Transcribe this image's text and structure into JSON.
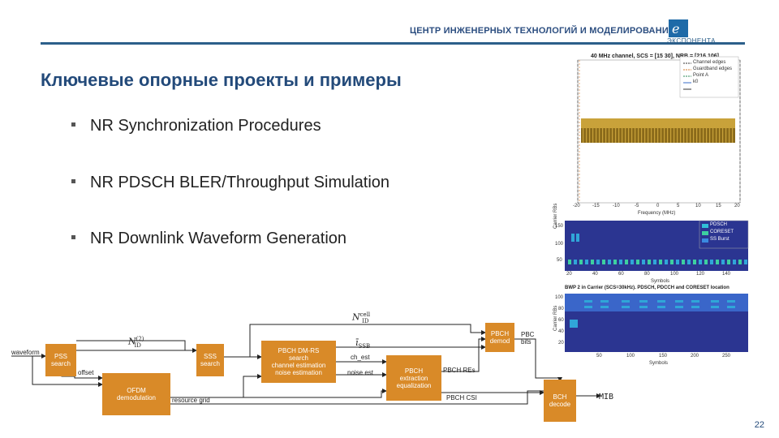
{
  "header": {
    "org_name": "ЦЕНТР ИНЖЕНЕРНЫХ ТЕХНОЛОГИЙ И МОДЕЛИРОВАНИЯ",
    "logo_text": "ЭКСПОНЕНТА"
  },
  "slide": {
    "title": "Ключевые опорные проекты и примеры",
    "bullets": [
      "NR Synchronization Procedures",
      "NR PDSCH BLER/Throughput Simulation",
      "NR Downlink Waveform Generation"
    ],
    "page_number": "22"
  },
  "diagram": {
    "blocks": {
      "pss": [
        "PSS",
        "search"
      ],
      "ofdm": [
        "OFDM",
        "demodulation"
      ],
      "sss": [
        "SSS",
        "search"
      ],
      "pbch_dmrs": [
        "PBCH DM-RS",
        "search",
        "channel estimation",
        "noise estimation"
      ],
      "pbch": [
        "PBCH",
        "extraction",
        "equalization"
      ],
      "pbch_demod": [
        "PBCH",
        "demod"
      ],
      "bch": [
        "BCH",
        "decode"
      ]
    },
    "labels": {
      "waveform": "waveform",
      "offset": "offset",
      "resource_grid": "resource grid",
      "ch_est": "ch_est",
      "noise_est": "noise est",
      "pbch_res": "PBCH REs",
      "pbch_csi": "PBCH CSI",
      "pbc_bits": "PBC bits",
      "mib": "MIB",
      "ncell": "N",
      "ncell_sup": "cell",
      "ncell_sub": "ID",
      "nid2": "N",
      "nid2_sup": "(2)",
      "nid2_sub": "ID",
      "issb": "ī",
      "issb_sub": "SSB"
    }
  },
  "spectrum": {
    "title": "40 MHz channel, SCS = [15 30], NRB = [216 106]",
    "xlabel": "Frequency (MHz)",
    "xticks": [
      "-20",
      "-15",
      "-10",
      "-5",
      "0",
      "5",
      "10",
      "15",
      "20"
    ],
    "legend": [
      "Channel edges",
      "Guardband edges",
      "Point A",
      "k0",
      ""
    ],
    "colors": {
      "band": "#8a6a1a",
      "band_light": "#c9a23a"
    }
  },
  "grid1": {
    "ylabel": "Carrier RBs",
    "yticks": [
      "150",
      "100",
      "50"
    ],
    "xticks": [
      "20",
      "40",
      "60",
      "80",
      "100",
      "120",
      "140"
    ],
    "xlabel": "Symbols",
    "legend": [
      "PDSCH",
      "CORESET",
      "SS Burst"
    ]
  },
  "grid2": {
    "title": "BWP 2 in Carrier (SCS=30kHz). PDSCH, PDCCH and CORESET location",
    "ylabel": "Carrier RBs",
    "yticks": [
      "100",
      "80",
      "60",
      "40",
      "20"
    ],
    "xticks": [
      "50",
      "100",
      "150",
      "200",
      "250"
    ],
    "xlabel": "Symbols"
  }
}
